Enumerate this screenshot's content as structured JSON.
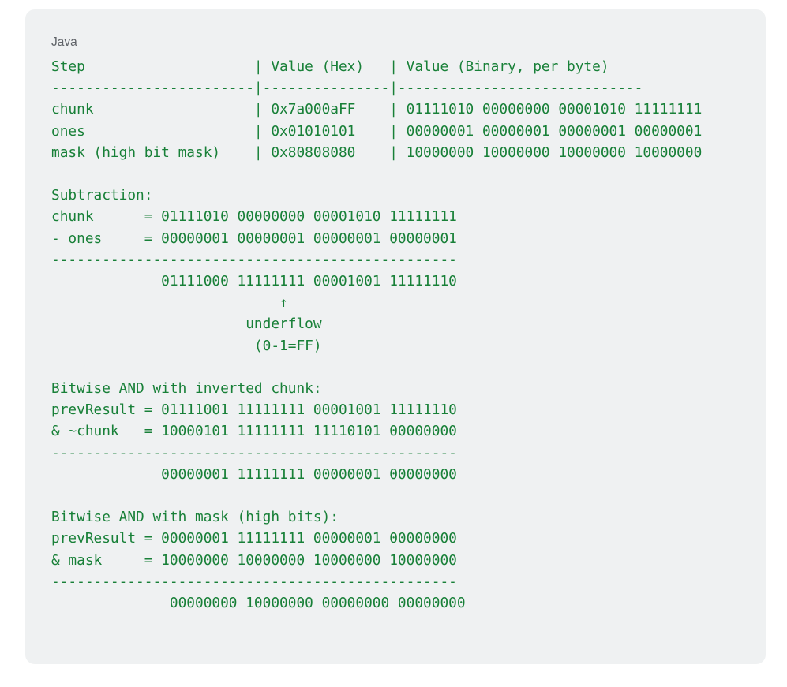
{
  "code_block": {
    "language_label": "Java",
    "colors": {
      "code_text": "#188038",
      "language_label": "#5f6368",
      "card_background": "#eff1f2",
      "page_background": "#ffffff"
    },
    "table": {
      "headers": [
        "Step",
        "Value (Hex)",
        "Value (Binary, per byte)"
      ],
      "rows": [
        [
          "chunk",
          "0x7a000aFF",
          "01111010 00000000 00001010 11111111"
        ],
        [
          "ones",
          "0x01010101",
          "00000001 00000001 00000001 00000001"
        ],
        [
          "mask (high bit mask)",
          "0x80808080",
          "10000000 10000000 10000000 10000000"
        ]
      ]
    },
    "lines": [
      "Step                    | Value (Hex)   | Value (Binary, per byte)",
      "------------------------|---------------|-----------------------------",
      "chunk                   | 0x7a000aFF    | 01111010 00000000 00001010 11111111",
      "ones                    | 0x01010101    | 00000001 00000001 00000001 00000001",
      "mask (high bit mask)    | 0x80808080    | 10000000 10000000 10000000 10000000",
      "",
      "Subtraction:",
      "chunk      = 01111010 00000000 00001010 11111111",
      "- ones     = 00000001 00000001 00000001 00000001",
      "------------------------------------------------",
      "             01111000 11111111 00001001 11111110",
      "                           ↑",
      "                       underflow",
      "                        (0-1=FF)",
      "",
      "Bitwise AND with inverted chunk:",
      "prevResult = 01111001 11111111 00001001 11111110",
      "& ~chunk   = 10000101 11111111 11110101 00000000",
      "------------------------------------------------",
      "             00000001 11111111 00000001 00000000",
      "",
      "Bitwise AND with mask (high bits):",
      "prevResult = 00000001 11111111 00000001 00000000",
      "& mask     = 10000000 10000000 10000000 10000000",
      "------------------------------------------------",
      "              00000000 10000000 00000000 00000000"
    ]
  }
}
